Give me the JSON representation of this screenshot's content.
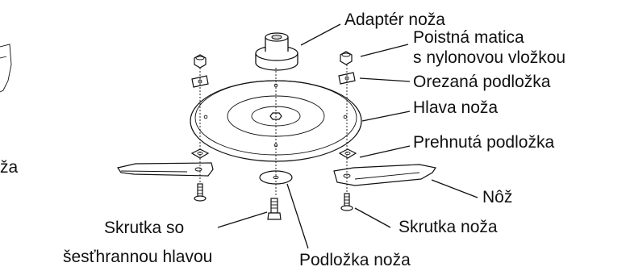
{
  "labels": {
    "adapter": "Adaptér noža",
    "lock_nut_1": "Poistná matica",
    "lock_nut_2": "s nylonovou vložkou",
    "trimmed_washer": "Orezaná podložka",
    "blade_head": "Hlava noža",
    "bent_washer": "Prehnutá podložka",
    "blade": "Nôž",
    "blade_bolt": "Skrutka noža",
    "hex_bolt_1": "Skrutka so",
    "hex_bolt_2": "šesťhrannou hlavou",
    "blade_washer": "Podložka noža",
    "cut_off_left": "ža"
  }
}
